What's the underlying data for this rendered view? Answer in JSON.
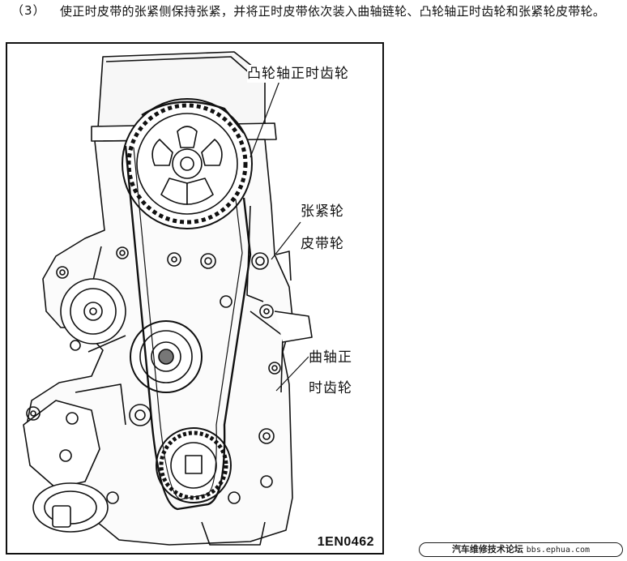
{
  "step": {
    "number": "（3）",
    "text": "使正时皮带的张紧侧保持张紧，并将正时皮带依次装入曲轴链轮、凸轮轴正时齿轮和张紧轮皮带轮。"
  },
  "figure": {
    "callouts": {
      "camshaft_gear": "凸轮轴正时齿轮",
      "tensioner_line1": "张紧轮",
      "tensioner_line2": "皮带轮",
      "crank_line1": "曲轴正",
      "crank_line2": "时齿轮"
    },
    "figure_id": "1EN0462"
  },
  "watermark": {
    "name": "汽车维修技术论坛",
    "url": "bbs.ephua.com"
  }
}
